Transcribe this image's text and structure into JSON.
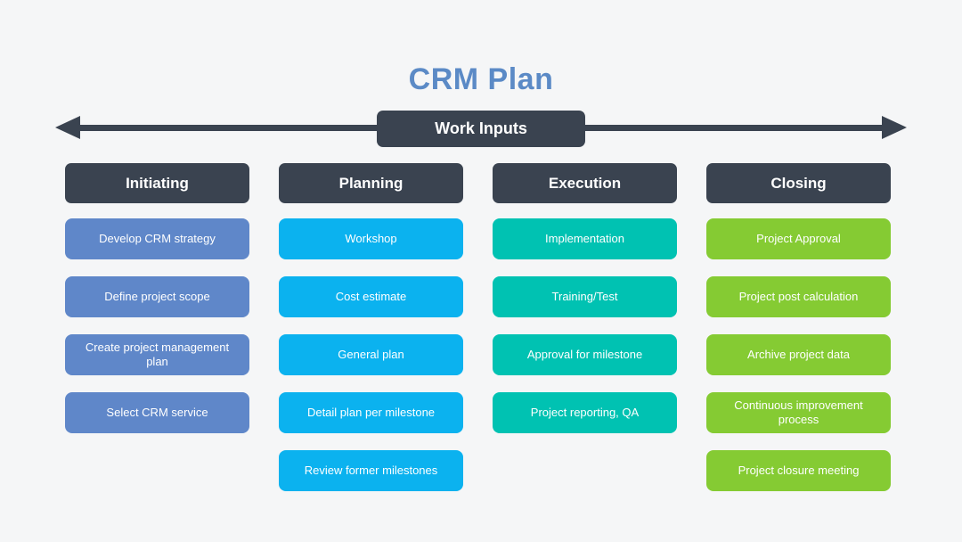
{
  "title": "CRM Plan",
  "banner": {
    "label": "Work Inputs"
  },
  "colors": {
    "title": "#5b8ac6",
    "dark": "#3a4350",
    "background": "#f5f6f7",
    "initiating": "#5f87c9",
    "planning": "#0bb2ef",
    "execution": "#00c2b2",
    "closing": "#85cb33"
  },
  "columns": [
    {
      "header": "Initiating",
      "items": [
        "Develop CRM strategy",
        "Define project scope",
        "Create project management plan",
        "Select CRM service"
      ]
    },
    {
      "header": "Planning",
      "items": [
        "Workshop",
        "Cost estimate",
        "General plan",
        "Detail plan per milestone",
        "Review former milestones"
      ]
    },
    {
      "header": "Execution",
      "items": [
        "Implementation",
        "Training/Test",
        "Approval for milestone",
        "Project reporting, QA"
      ]
    },
    {
      "header": "Closing",
      "items": [
        "Project Approval",
        "Project post calculation",
        "Archive project data",
        "Continuous improvement process",
        "Project closure meeting"
      ]
    }
  ]
}
